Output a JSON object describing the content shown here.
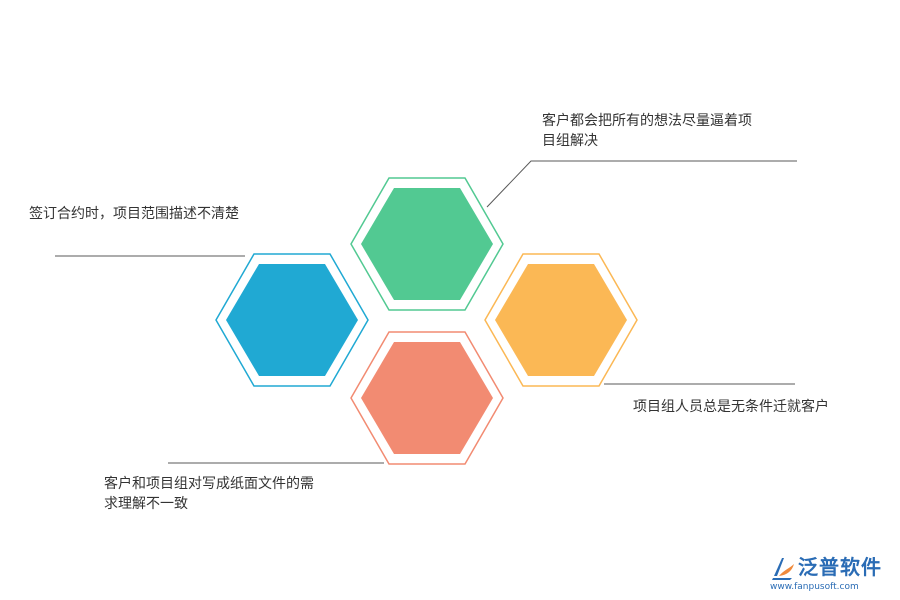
{
  "labels": {
    "green": "客户都会把所有的想法尽量逼着项\n目组解决",
    "blue": "签订合约时，项目范围描述不清楚",
    "orange": "项目组人员总是无条件迁就客户",
    "red": "客户和项目组对写成纸面文件的需\n求理解不一致"
  },
  "colors": {
    "green": "#52c992",
    "blue": "#20a9d3",
    "orange": "#fbb855",
    "red": "#f28b72",
    "line": "#595959",
    "logo": "#2a6cb5"
  },
  "logo": {
    "text": "泛普软件",
    "url": "www.fanpusoft.com"
  }
}
